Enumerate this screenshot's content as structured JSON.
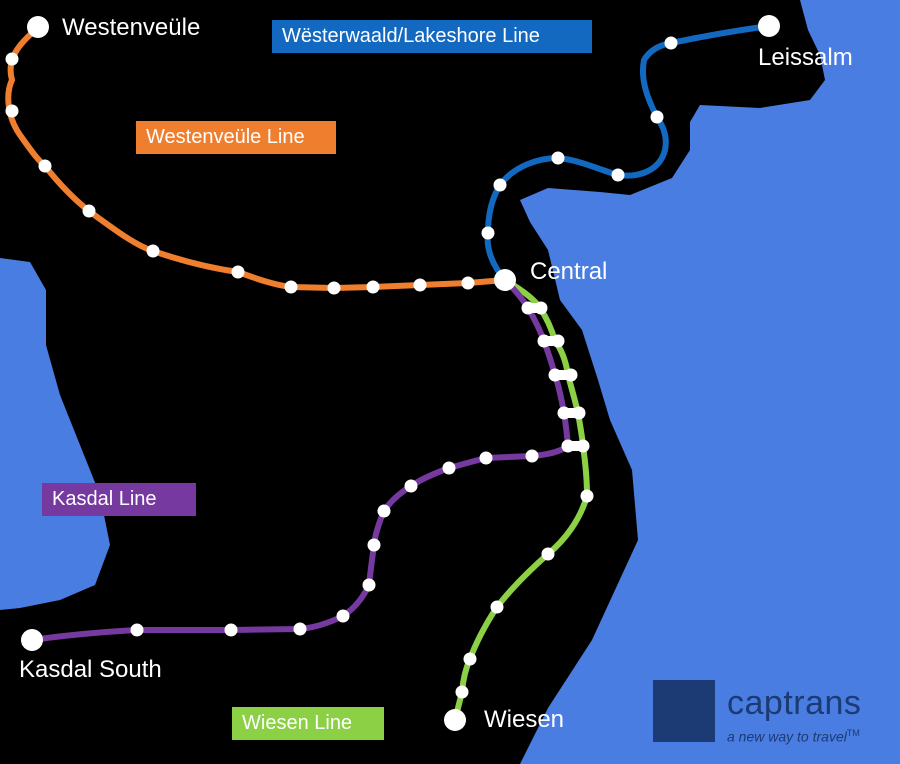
{
  "colors": {
    "land": "#000000",
    "water": "#4a7de2",
    "westerwaald_line": "#1368c0",
    "westenveule_line": "#ef7f2f",
    "kasdal_line": "#7539a0",
    "wiesen_line": "#8cd045",
    "stop": "#ffffff",
    "logo": "#1c3a73"
  },
  "lines": {
    "westerwaald": {
      "label": "Wësterwaald/Lakeshore Line"
    },
    "westenveule": {
      "label": "Westenveüle Line"
    },
    "kasdal": {
      "label": "Kasdal Line"
    },
    "wiesen": {
      "label": "Wiesen Line"
    }
  },
  "stations": {
    "westenveule": "Westenveüle",
    "leissalm": "Leissalm",
    "central": "Central",
    "kasdal_south": "Kasdal South",
    "wiesen": "Wiesen"
  },
  "logo": {
    "name_part1": "cap",
    "name_part2": "trans",
    "tagline": "a new way to travel",
    "tm": "TM"
  }
}
